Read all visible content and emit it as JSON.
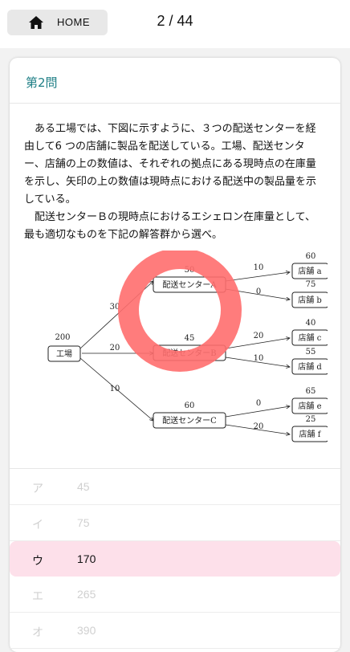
{
  "header": {
    "home_label": "HOME",
    "progress": "2 / 44"
  },
  "question": {
    "title": "第2問",
    "text": "　ある工場では、下図に示すように、３つの配送センターを経由して6 つの店舗に製品を配送している。工場、配送センター、店舗の上の数値は、それぞれの拠点にある現時点の在庫量を示し、矢印の上の数値は現時点における配送中の製品量を示している。\n　配送センターＢの現時点におけるエシェロン在庫量として、最も適切なものを下記の解答群から選べ。"
  },
  "diagram": {
    "factory": {
      "label": "工場",
      "stock": "200"
    },
    "centers": [
      {
        "label": "配送センターA",
        "stock": "50",
        "in_flow": "30"
      },
      {
        "label": "配送センターB",
        "stock": "45",
        "in_flow": "20"
      },
      {
        "label": "配送センターC",
        "stock": "60",
        "in_flow": "10"
      }
    ],
    "stores": [
      {
        "label": "店舗 a",
        "stock": "60",
        "in_flow": "10"
      },
      {
        "label": "店舗 b",
        "stock": "75",
        "in_flow": "0"
      },
      {
        "label": "店舗 c",
        "stock": "40",
        "in_flow": "20"
      },
      {
        "label": "店舗 d",
        "stock": "55",
        "in_flow": "10"
      },
      {
        "label": "店舗 e",
        "stock": "65",
        "in_flow": "0"
      },
      {
        "label": "店舗 f",
        "stock": "25",
        "in_flow": "20"
      }
    ],
    "highlight_color": "#ff6e6e"
  },
  "answers": [
    {
      "key": "ア",
      "value": "45",
      "selected": false
    },
    {
      "key": "イ",
      "value": "75",
      "selected": false
    },
    {
      "key": "ウ",
      "value": "170",
      "selected": true
    },
    {
      "key": "エ",
      "value": "265",
      "selected": false
    },
    {
      "key": "オ",
      "value": "390",
      "selected": false
    }
  ],
  "colors": {
    "title_teal": "#1f7f86",
    "selected_bg": "#fde0ea"
  }
}
